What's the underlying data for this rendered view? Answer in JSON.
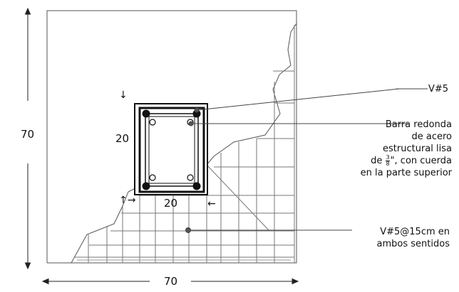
{
  "dimensions": {
    "total_height": "70",
    "total_width": "70",
    "column_height": "20",
    "column_width": "20"
  },
  "arrows": {
    "down": "↓",
    "up_right": "↑→",
    "left": "←"
  },
  "labels": {
    "v5": "V#5",
    "round_bar_line1": "Barra redonda",
    "round_bar_line2": "de acero",
    "round_bar_line3": "estructural lisa",
    "round_bar_line4_pre": "de ",
    "round_bar_frac_num": "3",
    "round_bar_frac_den": "8",
    "round_bar_line4_post": "\", con cuerda",
    "round_bar_line5": "en la parte superior",
    "mesh_line1": "V#5@15cm en",
    "mesh_line2": "ambos sentidos"
  },
  "colors": {
    "line": "#222222",
    "rebar": "#111111",
    "dot": "#666666"
  }
}
